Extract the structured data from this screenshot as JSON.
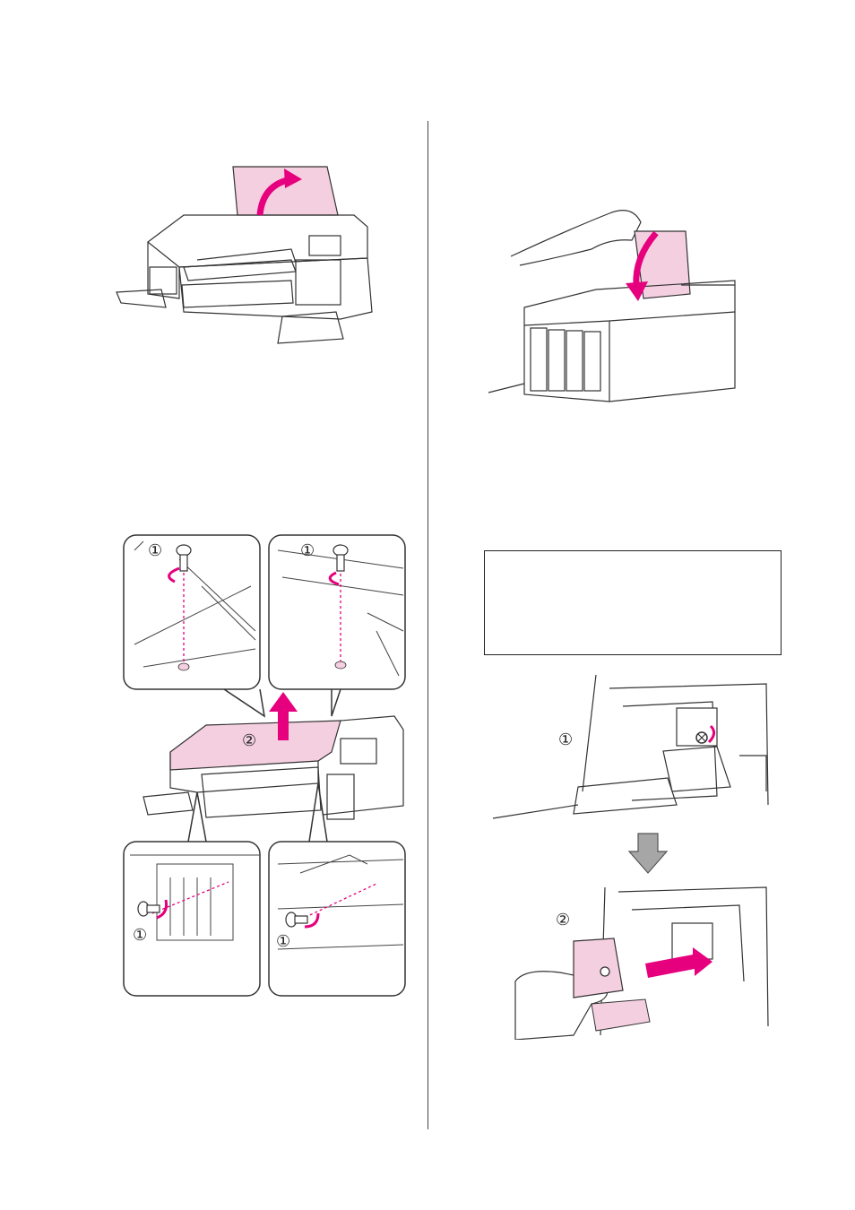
{
  "figures": {
    "open_cover": {
      "label": ""
    },
    "close_cover": {
      "label": ""
    },
    "remove_screws": {
      "step1_marker": "①",
      "step2_marker": "②"
    },
    "note": {
      "text": ""
    },
    "cutter_steps": {
      "step1_marker": "①",
      "step2_marker": "②"
    }
  },
  "colors": {
    "highlight_pink": "#f4cfe0",
    "arrow_magenta": "#e6007e",
    "line": "#333333",
    "down_arrow_gray": "#a6a6a6"
  }
}
